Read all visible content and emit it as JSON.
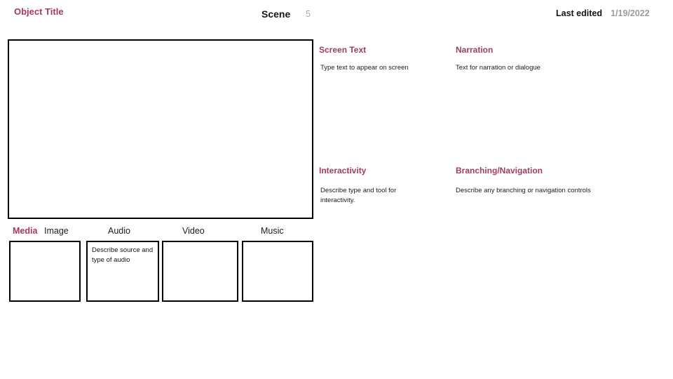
{
  "header": {
    "object_title": "Object Title",
    "scene_label": "Scene",
    "scene_number": "5",
    "last_edited_label": "Last edited",
    "last_edited_date": "1/19/2022"
  },
  "details": {
    "screen_text": {
      "title": "Screen Text",
      "description": "Type text to appear on screen"
    },
    "narration": {
      "title": "Narration",
      "description": "Text for narration or dialogue"
    },
    "interactivity": {
      "title": "Interactivity",
      "description": "Describe type and tool for interactivity."
    },
    "branching": {
      "title": "Branching/Navigation",
      "description": "Describe any branching or navigation controls"
    }
  },
  "media": {
    "section_label": "Media",
    "types": [
      {
        "label": "Image",
        "placeholder": ""
      },
      {
        "label": "Audio",
        "placeholder": "Describe source and type of audio"
      },
      {
        "label": "Video",
        "placeholder": ""
      },
      {
        "label": "Music",
        "placeholder": ""
      }
    ]
  },
  "colors": {
    "accent": "#A23B5E",
    "muted_gray": "#A6A6A6",
    "text": "#141414",
    "border": "#000000"
  }
}
